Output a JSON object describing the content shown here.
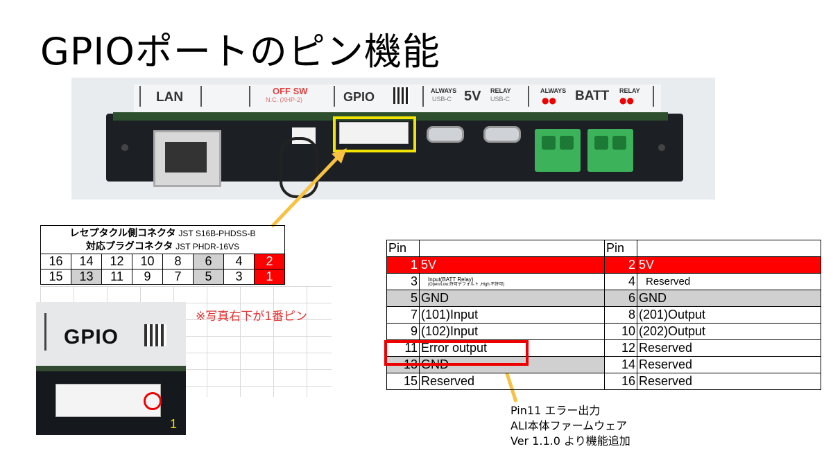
{
  "title": "GPIOポートのピン機能",
  "photo": {
    "labels": {
      "lan": "LAN",
      "off_sw": "OFF SW",
      "off_sw_sub": "N.C. (XHP-2)",
      "gpio": "GPIO",
      "always_usb": "ALWAYS",
      "always_usb_sub": "USB-C",
      "five_v": "5V",
      "relay_usb": "RELAY",
      "relay_usb_sub": "USB-C",
      "always_batt": "ALWAYS",
      "batt": "BATT",
      "relay_batt": "RELAY"
    }
  },
  "connector_table": {
    "header_line1": "レセプタクル側コネクタ",
    "header_line1_part": "JST S16B-PHDSS-B",
    "header_line2": "対応プラグコネクタ",
    "header_line2_part": "JST PHDR-16VS",
    "row1": [
      "16",
      "14",
      "12",
      "10",
      "8",
      "6",
      "4",
      "2"
    ],
    "row2": [
      "15",
      "13",
      "11",
      "9",
      "7",
      "5",
      "3",
      "1"
    ]
  },
  "note": "※写真右下が1番ピン",
  "zoom": {
    "gpio": "GPIO",
    "pin_one": "1"
  },
  "pin_table": {
    "header": {
      "pin_left": "Pin",
      "pin_right": "Pin"
    },
    "rows": [
      {
        "l_num": "1",
        "l_desc": "5V",
        "r_num": "2",
        "r_desc": "5V"
      },
      {
        "l_num": "3",
        "l_desc": "Input(BATT Relay)",
        "l_desc_sub": "(Open/Low:許可デフォルト ,High:不許可)",
        "r_num": "4",
        "r_desc": "Reserved"
      },
      {
        "l_num": "5",
        "l_desc": "GND",
        "r_num": "6",
        "r_desc": "GND"
      },
      {
        "l_num": "7",
        "l_desc": "(101)Input",
        "r_num": "8",
        "r_desc": "(201)Output"
      },
      {
        "l_num": "9",
        "l_desc": "(102)Input",
        "r_num": "10",
        "r_desc": "(202)Output"
      },
      {
        "l_num": "11",
        "l_desc": "Error output",
        "r_num": "12",
        "r_desc": "Reserved"
      },
      {
        "l_num": "13",
        "l_desc": "GND",
        "r_num": "14",
        "r_desc": "Reserved"
      },
      {
        "l_num": "15",
        "l_desc": "Reserved",
        "r_num": "16",
        "r_desc": "Reserved"
      }
    ]
  },
  "callout": {
    "line1": "Pin11 エラー出力",
    "line2": "ALI本体ファームウェア",
    "line3": "Ver 1.1.0 より機能追加"
  },
  "colors": {
    "highlight_red": "#ff0000",
    "gray": "#d0d0d0",
    "arrow": "#f7c244",
    "frame_yellow": "#f2e400"
  }
}
